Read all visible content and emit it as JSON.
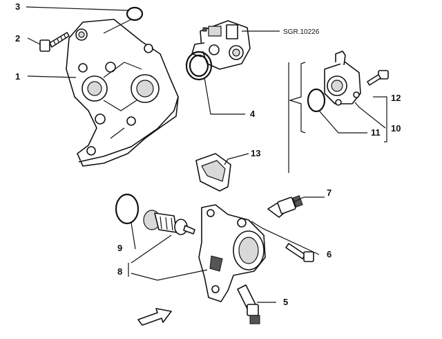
{
  "reference_code": "SGR.10226",
  "callouts": {
    "c1": "1",
    "c2": "2",
    "c3": "3",
    "c4": "4",
    "c5": "5",
    "c6": "6",
    "c7": "7",
    "c8": "8",
    "c9": "9",
    "c10": "10",
    "c11": "11",
    "c12": "12",
    "c13": "13"
  },
  "colors": {
    "ink": "#111111",
    "shade": "#d9d9d9",
    "background": "#ffffff"
  }
}
